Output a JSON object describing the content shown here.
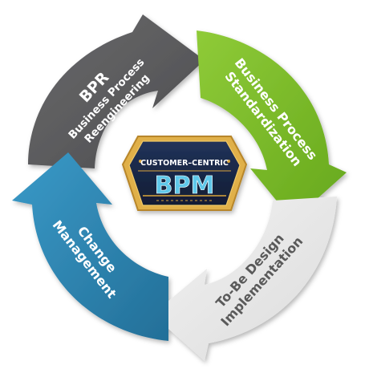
{
  "center_badge": {
    "top_text": "CUSTOMER–CENTRIC",
    "main_text": "BPM",
    "colors": {
      "fill": "#1b2a4a",
      "border": "#d9a53a",
      "text": "#5ec8ea",
      "top_text": "#ffffff"
    }
  },
  "segments": [
    {
      "id": "bpr",
      "lines": [
        "BPR",
        "Business Process",
        "Reengineering"
      ],
      "color": "#5a5a5c",
      "text_color": "#ffffff"
    },
    {
      "id": "standardization",
      "lines": [
        "Business Process",
        "Standardization"
      ],
      "color": "#7dbb2a",
      "text_color": "#ffffff"
    },
    {
      "id": "to-be",
      "lines": [
        "To-Be Design",
        "Implementation"
      ],
      "color": "#e6e6e6",
      "text_color": "#5a5a5a"
    },
    {
      "id": "change",
      "lines": [
        "Change",
        "Management"
      ],
      "color": "#2f86b3",
      "text_color": "#ffffff"
    }
  ]
}
